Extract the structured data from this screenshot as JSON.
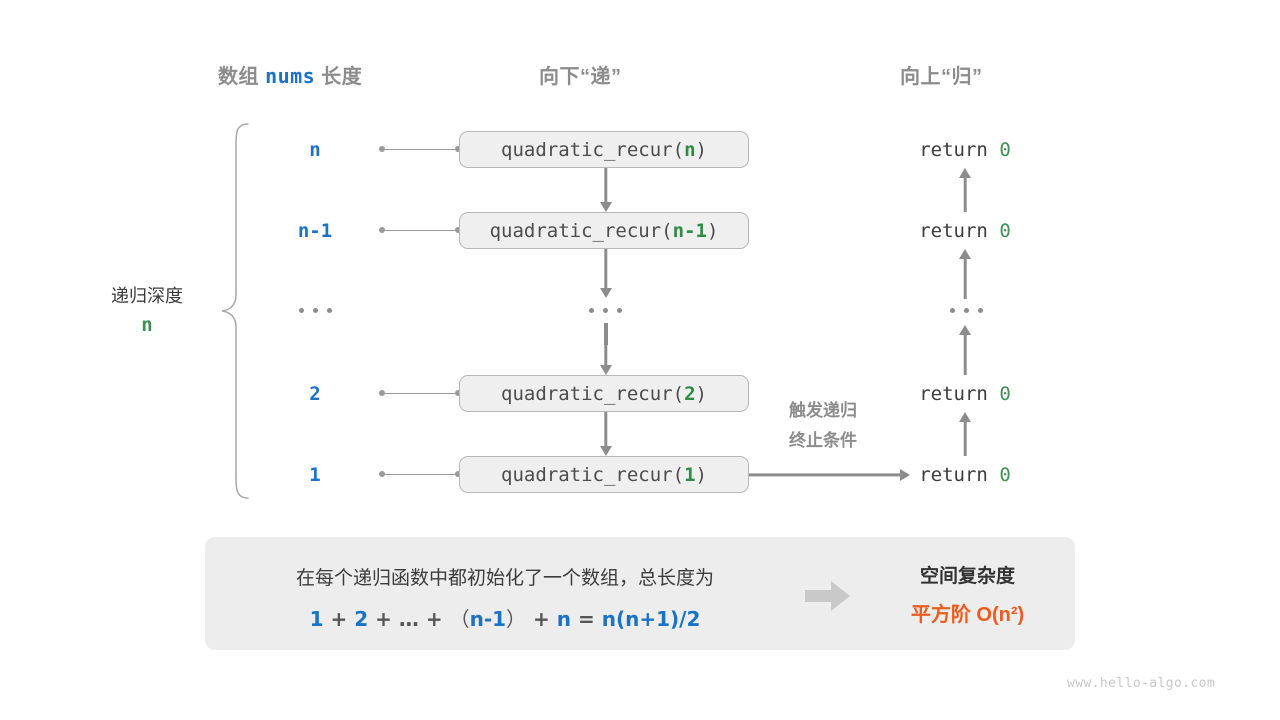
{
  "headers": {
    "left_prefix": "数组",
    "left_mono": "nums",
    "left_suffix": "长度",
    "middle": "向下“递”",
    "right": "向上“归”"
  },
  "depth": {
    "label": "递归深度",
    "value": "n"
  },
  "rows": [
    {
      "length": "n",
      "call_fn": "quadratic_recur(",
      "call_arg": "n",
      "call_close": ")",
      "ret_text": "return ",
      "ret_value": "0"
    },
    {
      "length": "n-1",
      "call_fn": "quadratic_recur(",
      "call_arg": "n-1",
      "call_close": ")",
      "ret_text": "return ",
      "ret_value": "0"
    },
    {
      "length": "...",
      "call_fn": "...",
      "call_arg": "",
      "call_close": "",
      "ret_text": "...",
      "ret_value": ""
    },
    {
      "length": "2",
      "call_fn": "quadratic_recur(",
      "call_arg": "2",
      "call_close": ")",
      "ret_text": "return ",
      "ret_value": "0"
    },
    {
      "length": "1",
      "call_fn": "quadratic_recur(",
      "call_arg": "1",
      "call_close": ")",
      "ret_text": "return ",
      "ret_value": "0"
    }
  ],
  "terminate_note": {
    "line1": "触发递归",
    "line2": "终止条件"
  },
  "summary": {
    "description": "在每个递归函数中都初始化了一个数组，总长度为",
    "formula": [
      {
        "t": "1",
        "c": "blue"
      },
      {
        "t": "+",
        "c": "gray"
      },
      {
        "t": "2",
        "c": "blue"
      },
      {
        "t": "+",
        "c": "gray"
      },
      {
        "t": "…",
        "c": "gray"
      },
      {
        "t": "+",
        "c": "gray"
      },
      {
        "t": "（",
        "c": "gray"
      },
      {
        "t": "n-1",
        "c": "blue"
      },
      {
        "t": "）",
        "c": "gray"
      },
      {
        "t": "+",
        "c": "gray"
      },
      {
        "t": "n",
        "c": "blue"
      },
      {
        "t": "=",
        "c": "gray"
      },
      {
        "t": "n(n+1)/2",
        "c": "blue"
      }
    ],
    "complexity_title": "空间复杂度",
    "complexity_value": "平方阶  O(n²)"
  },
  "watermark": "www.hello-algo.com",
  "colors": {
    "blue": "#1a73c7",
    "green": "#3f9153",
    "orange": "#eb5c1e",
    "gray": "#8c8c8c",
    "box_fill": "#efefef",
    "panel_fill": "#ededed"
  }
}
